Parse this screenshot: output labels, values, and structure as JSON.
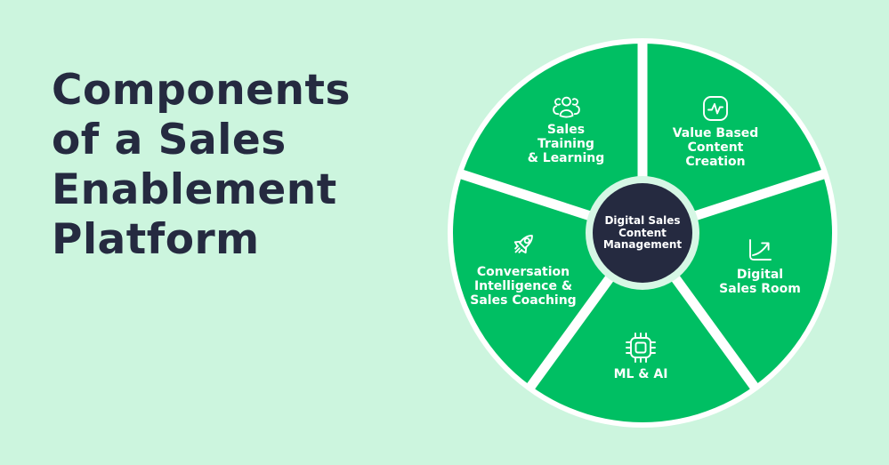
{
  "colors": {
    "bg": "#CCF5DE",
    "green": "#00BF63",
    "navy": "#252A40",
    "white": "#FFFFFF",
    "mint-ring": "#D6F7E5"
  },
  "title": {
    "lines": [
      "Components",
      "of a Sales",
      "Enablement",
      "Platform"
    ]
  },
  "wheel": {
    "center": {
      "lines": [
        "Digital Sales",
        "Content",
        "Management"
      ]
    },
    "segments": [
      {
        "id": "sales-training",
        "icon": "users-icon",
        "lines": [
          "Sales",
          "Training",
          "& Learning"
        ]
      },
      {
        "id": "value-based",
        "icon": "activity-icon",
        "lines": [
          "Value Based",
          "Content",
          "Creation"
        ]
      },
      {
        "id": "digital-sales-room",
        "icon": "trend-up-icon",
        "lines": [
          "Digital",
          "Sales Room"
        ]
      },
      {
        "id": "ml-ai",
        "icon": "chip-icon",
        "lines": [
          "ML & AI"
        ]
      },
      {
        "id": "conversation",
        "icon": "rocket-icon",
        "lines": [
          "Conversation",
          "Intelligence &",
          "Sales Coaching"
        ]
      }
    ]
  }
}
